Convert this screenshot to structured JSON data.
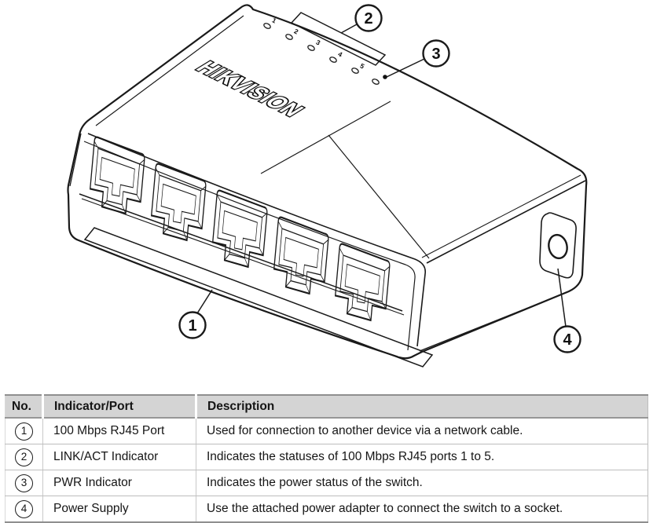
{
  "diagram": {
    "brand_text": "HIKVISION",
    "led_labels": [
      "1",
      "2",
      "3",
      "4",
      "5"
    ],
    "callouts": [
      {
        "number": "1",
        "target": "rj45-port-row"
      },
      {
        "number": "2",
        "target": "link-act-led-row"
      },
      {
        "number": "3",
        "target": "pwr-led"
      },
      {
        "number": "4",
        "target": "power-supply-jack"
      }
    ]
  },
  "table": {
    "headers": [
      "No.",
      "Indicator/Port",
      "Description"
    ],
    "rows": [
      {
        "no": "1",
        "indicator": "100 Mbps RJ45 Port",
        "description": "Used for connection to another device via a network cable."
      },
      {
        "no": "2",
        "indicator": "LINK/ACT Indicator",
        "description": "Indicates the statuses of 100 Mbps RJ45 ports 1 to 5."
      },
      {
        "no": "3",
        "indicator": "PWR Indicator",
        "description": "Indicates the power status of the switch."
      },
      {
        "no": "4",
        "indicator": "Power Supply",
        "description": "Use the attached power adapter to connect the switch to a socket."
      }
    ]
  },
  "colors": {
    "line": "#1a1a1a",
    "table_header_bg": "#d4d4d4",
    "border_dark": "#8f8f8f",
    "border_light": "#c9c9c9",
    "background": "#ffffff"
  }
}
